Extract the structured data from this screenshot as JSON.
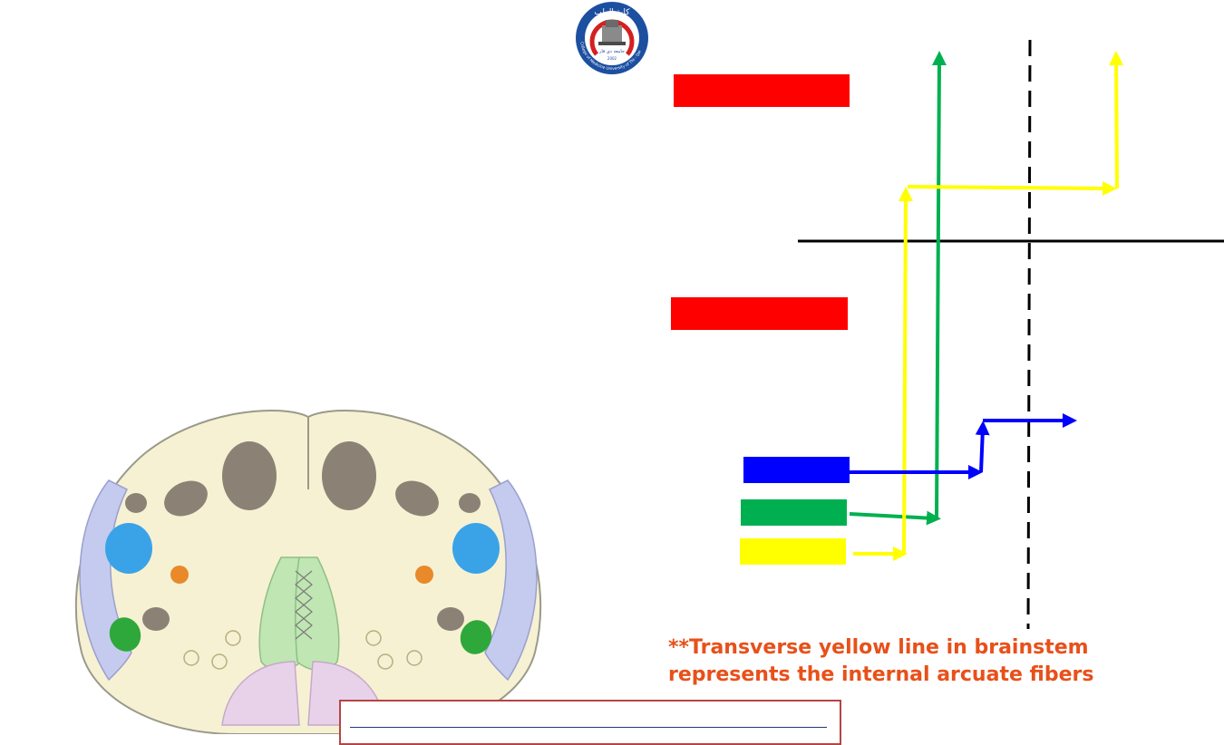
{
  "logo": {
    "arabic_text": "كلية الطب",
    "university_arabic": "جامعة ذي قار",
    "ring_text": "College of Medicine University of Thi - Qar",
    "year": "2002"
  },
  "note": {
    "line1": "**Transverse yellow line in brainstem",
    "line2": "represents the internal arcuate fibers"
  },
  "colors": {
    "red": "#ff0000",
    "blue": "#0000ff",
    "green": "#00b050",
    "yellow": "#ffff00",
    "note_text": "#e8501a",
    "box_border": "#b54545"
  }
}
